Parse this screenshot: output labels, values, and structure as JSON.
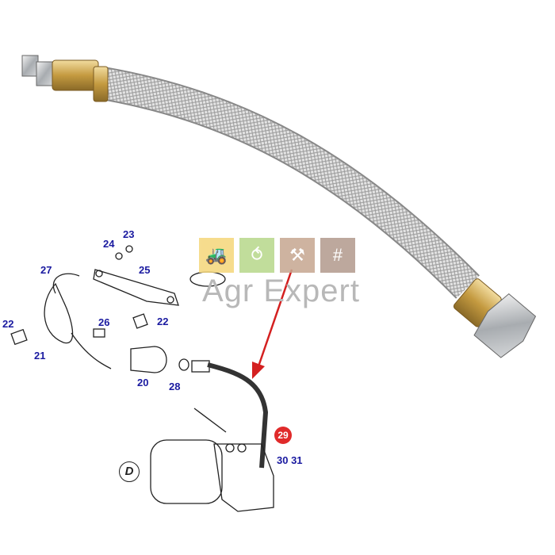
{
  "logo": {
    "text": "Agr Expert",
    "tiles": [
      {
        "icon": "tractor-icon",
        "color": "#f5d77a"
      },
      {
        "icon": "wheelbarrow-icon",
        "color": "#b7d88a"
      },
      {
        "icon": "tools-icon",
        "color": "#c6a690"
      },
      {
        "icon": "fence-icon",
        "color": "#b29a8c"
      }
    ]
  },
  "diagram": {
    "labels": [
      "23",
      "24",
      "25",
      "27",
      "22",
      "22",
      "26",
      "21",
      "20",
      "28",
      "30 31"
    ],
    "highlight": "29",
    "view": "D",
    "highlight_color": "#e02a2a",
    "label_color": "#1a1aa0"
  }
}
